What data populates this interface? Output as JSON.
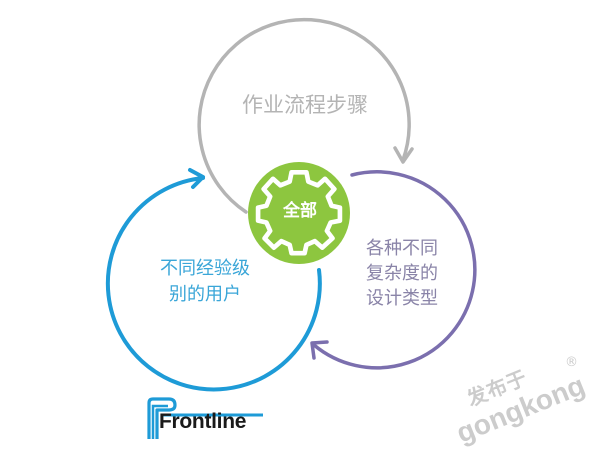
{
  "diagram": {
    "title": "",
    "center": {
      "label": "全部",
      "color": "#8dc63f"
    },
    "cycles": [
      {
        "id": "process",
        "label": "作业流程步骤",
        "color": "#b4b4b4"
      },
      {
        "id": "users",
        "label_line1": "不同经验级",
        "label_line2": "别的用户",
        "color": "#1e9bd7"
      },
      {
        "id": "design",
        "label_line1": "各种不同",
        "label_line2": "复杂度的",
        "label_line3": "设计类型",
        "color": "#7b6fae"
      }
    ]
  },
  "logo": {
    "text": "Frontline",
    "color": "#1e9bd7"
  },
  "watermark": {
    "line1": "发布于",
    "line2": "gongkong",
    "mark": "®"
  }
}
